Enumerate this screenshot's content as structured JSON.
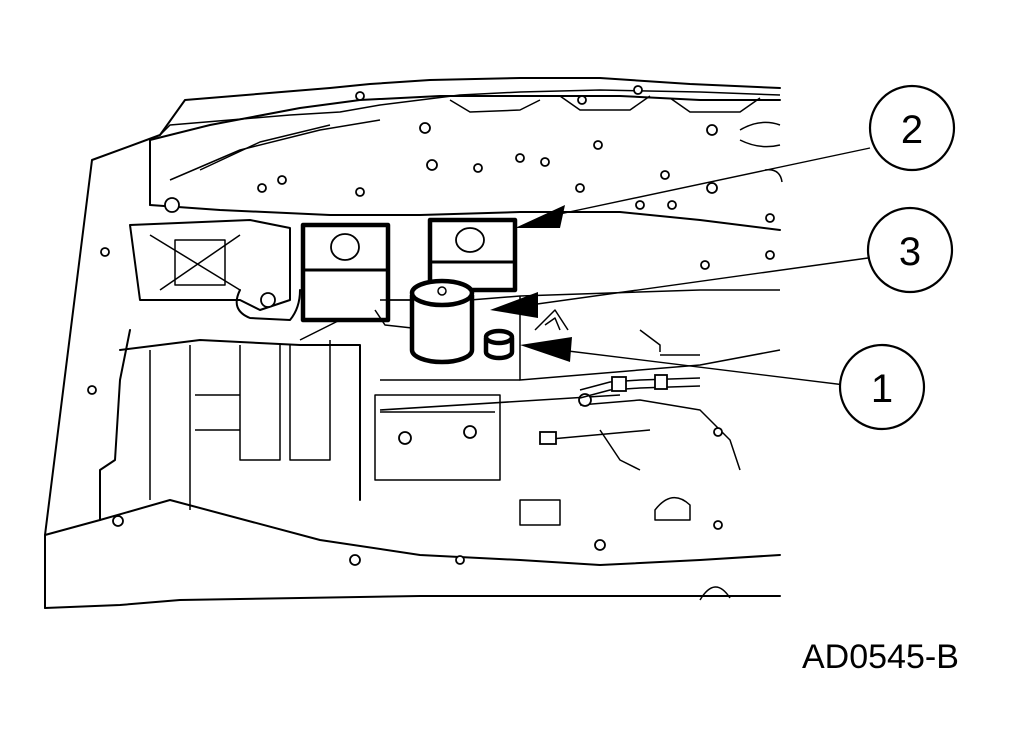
{
  "figure_id": "AD0545-B",
  "callouts": [
    {
      "id": "callout-1",
      "label": "1"
    },
    {
      "id": "callout-2",
      "label": "2"
    },
    {
      "id": "callout-3",
      "label": "3"
    }
  ]
}
